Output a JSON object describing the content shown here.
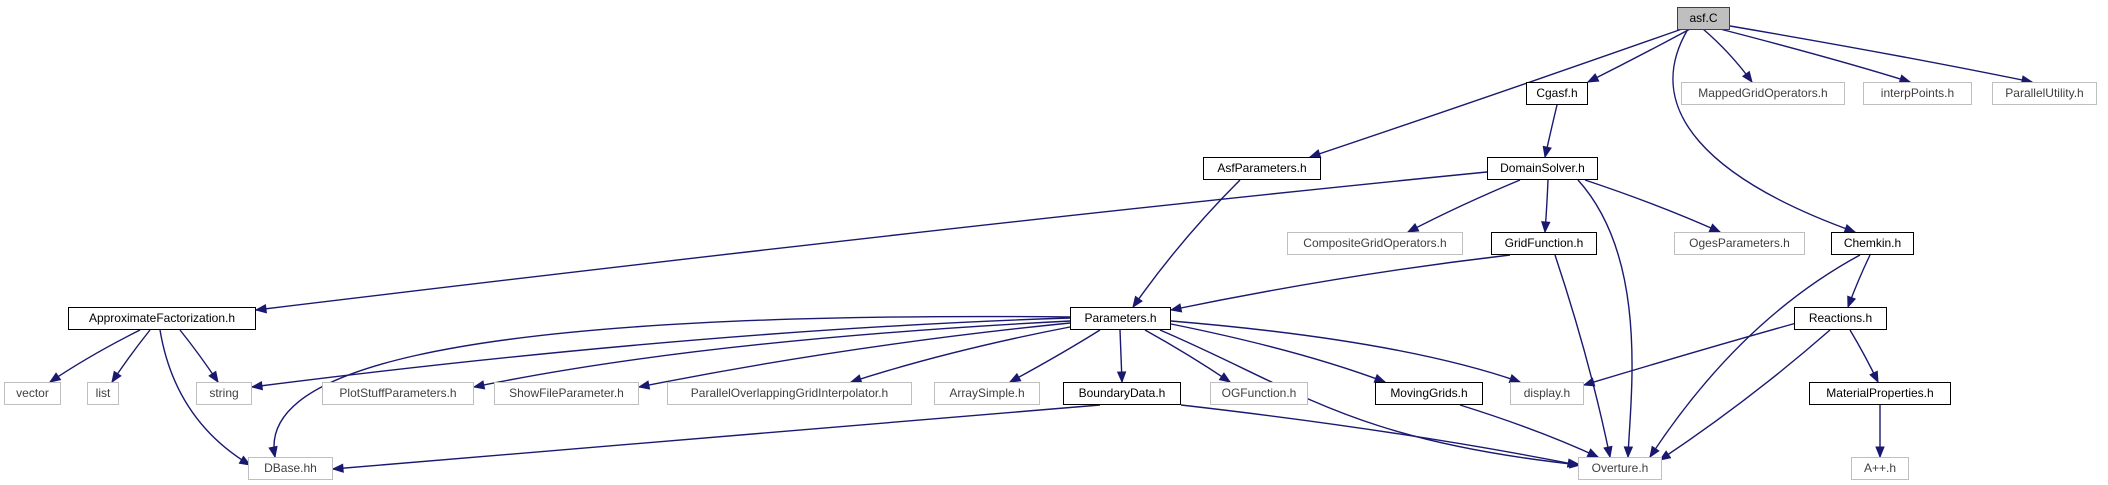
{
  "diagram": {
    "nodes": {
      "asf_c": "asf.C",
      "cgasf_h": "Cgasf.h",
      "mapped_ops_h": "MappedGridOperators.h",
      "interp_points_h": "interpPoints.h",
      "parallel_utility_h": "ParallelUtility.h",
      "asf_parameters_h": "AsfParameters.h",
      "domain_solver_h": "DomainSolver.h",
      "composite_ops_h": "CompositeGridOperators.h",
      "grid_function_h": "GridFunction.h",
      "oges_parameters_h": "OgesParameters.h",
      "chemkin_h": "Chemkin.h",
      "approx_fact_h": "ApproximateFactorization.h",
      "parameters_h": "Parameters.h",
      "reactions_h": "Reactions.h",
      "vector": "vector",
      "list": "list",
      "string": "string",
      "plotstuff_params_h": "PlotStuffParameters.h",
      "showfile_param_h": "ShowFileParameter.h",
      "parallel_ogi_h": "ParallelOverlappingGridInterpolator.h",
      "array_simple_h": "ArraySimple.h",
      "boundary_data_h": "BoundaryData.h",
      "ogfunction_h": "OGFunction.h",
      "moving_grids_h": "MovingGrids.h",
      "display_h": "display.h",
      "material_props_h": "MaterialProperties.h",
      "dbase_hh": "DBase.hh",
      "overture_h": "Overture.h",
      "apphh": "A++.h"
    },
    "colors": {
      "edge": "#191970",
      "documented_border": "#000000",
      "external_border": "#bfbfbf",
      "root_fill": "#bfbfbf"
    }
  }
}
